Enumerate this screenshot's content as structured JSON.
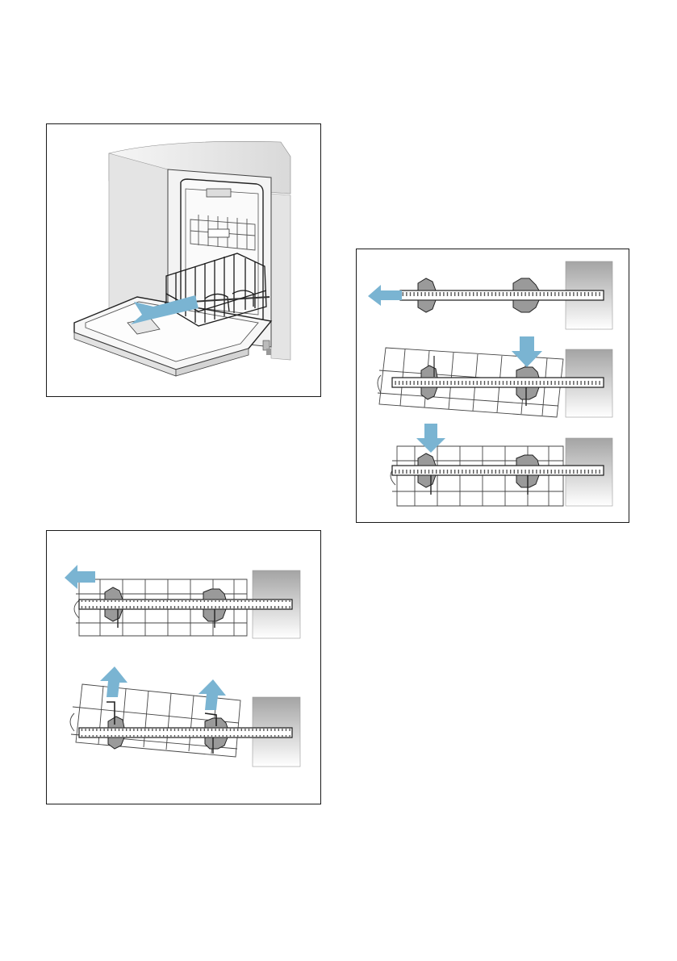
{
  "page": {
    "type": "manual-illustration-page",
    "text_content": []
  },
  "figures": [
    {
      "id": "fig1",
      "subject": "dishwasher-open-door-basket-pulled-out",
      "arrow_color": "#7ab4d2"
    },
    {
      "id": "fig2",
      "subject": "basket-rail-insertion-steps",
      "panels": 3,
      "arrow_color": "#7ab4d2"
    },
    {
      "id": "fig3",
      "subject": "basket-rail-removal-steps",
      "panels": 2,
      "arrow_color": "#7ab4d2"
    }
  ],
  "colors": {
    "arrow": "#7ab4d2",
    "rail": "#ffffff",
    "clip": "#9a9a9a",
    "wall_gradient_top": "#9c9c9c",
    "wall_gradient_bottom": "#ffffff",
    "stroke": "#1a1a1a",
    "cabinet": "#e9e9e9"
  }
}
